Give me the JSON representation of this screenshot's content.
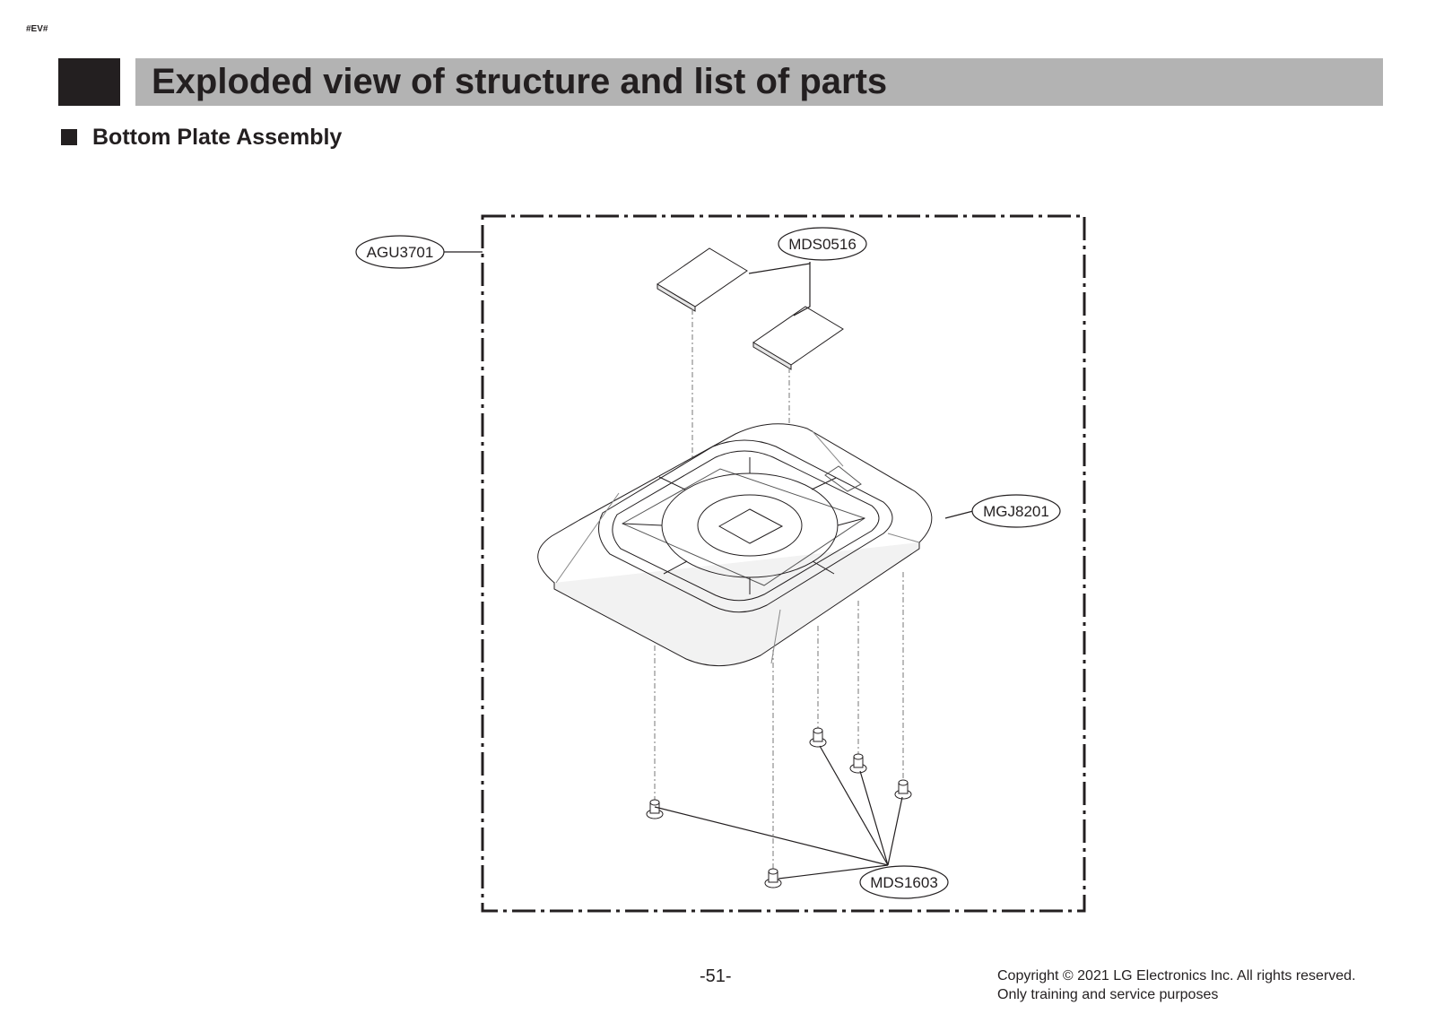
{
  "header": {
    "tag": "#EV#",
    "title": "Exploded view of structure and list of parts",
    "section": "Bottom Plate Assembly"
  },
  "diagram": {
    "callouts": [
      "AGU3701",
      "MDS0516",
      "MGJ8201",
      "MDS1603"
    ]
  },
  "footer": {
    "page_number": "-51-",
    "copyright_line1": "Copyright © 2021 LG Electronics Inc. All rights reserved.",
    "copyright_line2": "Only training and service purposes"
  }
}
